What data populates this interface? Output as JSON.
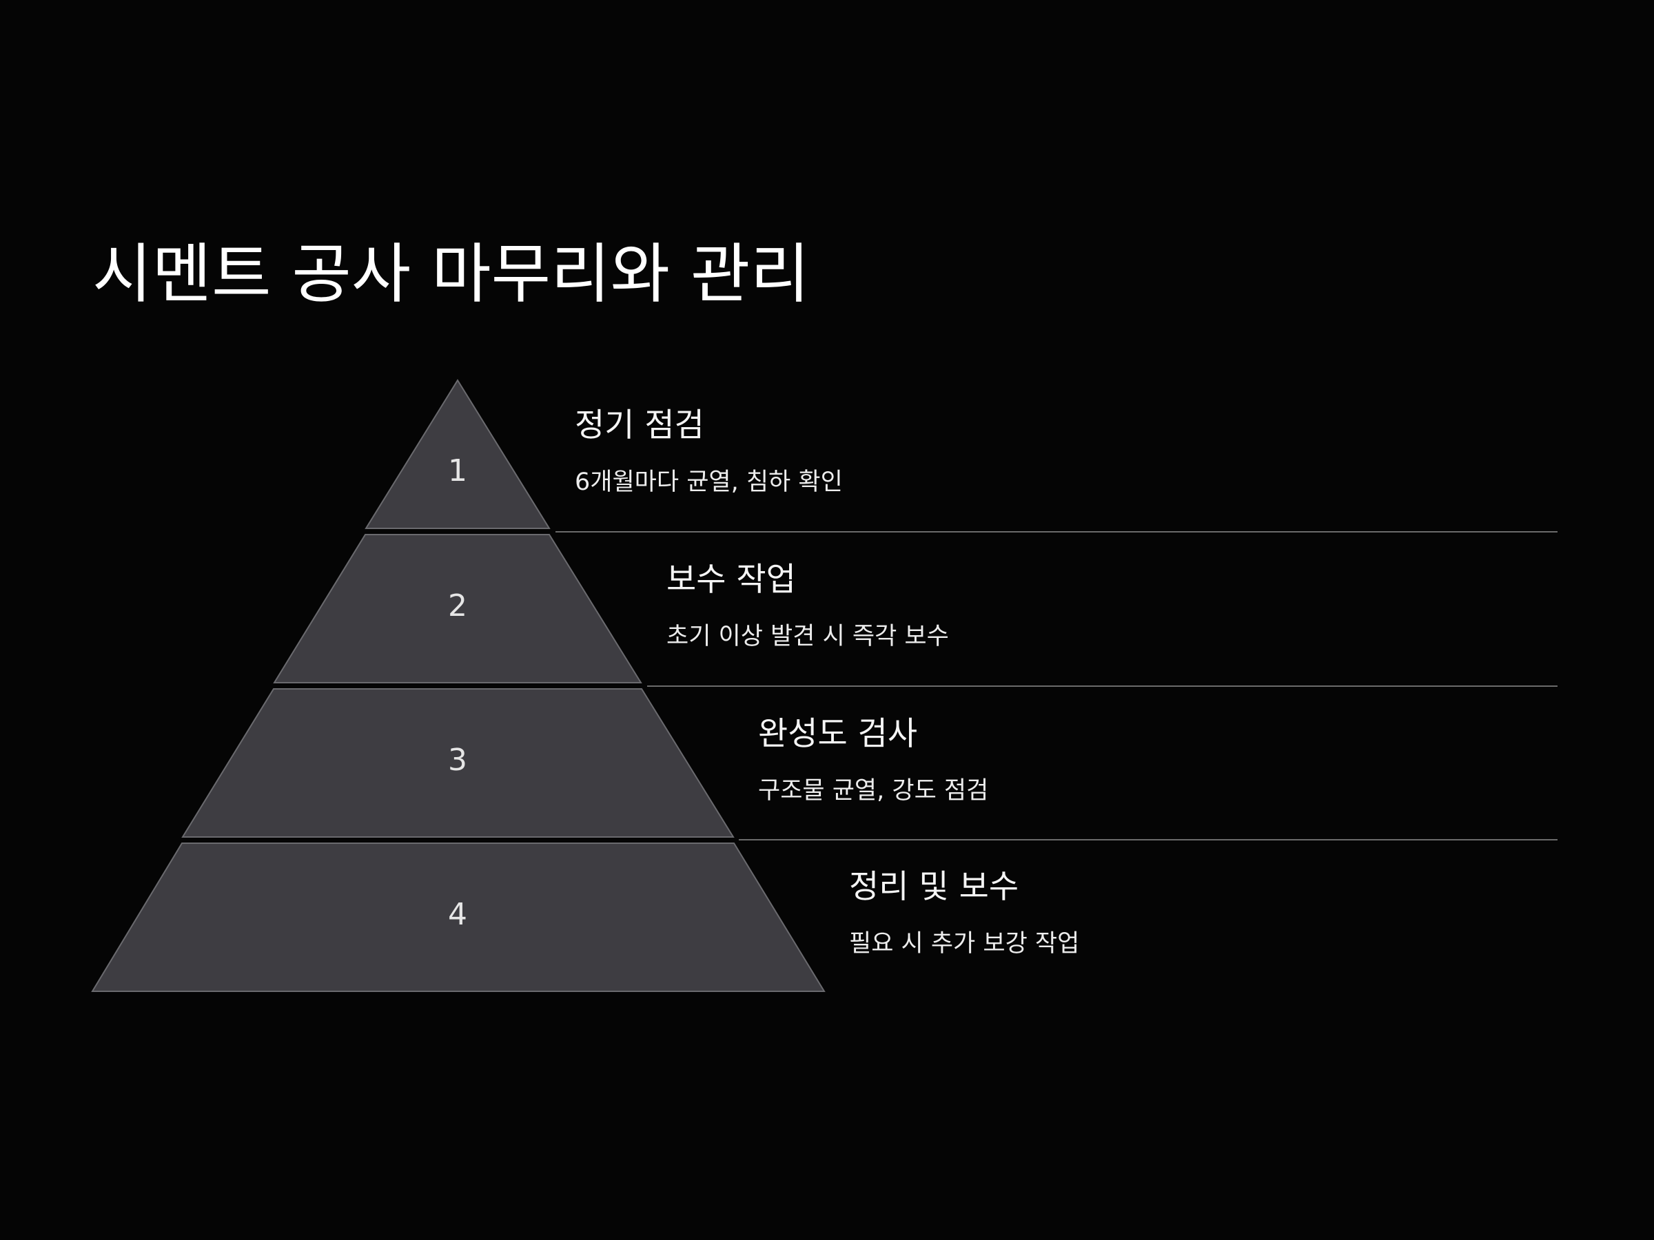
{
  "title": "시멘트 공사 마무리와 관리",
  "colors": {
    "background": "#050505",
    "tier_fill": "#3e3d42",
    "tier_stroke": "#6a6a6e",
    "divider": "#6b6b6b",
    "text": "#f2f2f2"
  },
  "tiers": [
    {
      "number": "1",
      "title": "정기 점검",
      "description": "6개월마다 균열, 침하 확인"
    },
    {
      "number": "2",
      "title": "보수 작업",
      "description": "초기 이상 발견 시 즉각 보수"
    },
    {
      "number": "3",
      "title": "완성도 검사",
      "description": "구조물 균열, 강도 점검"
    },
    {
      "number": "4",
      "title": "정리 및 보수",
      "description": "필요 시 추가 보강 작업"
    }
  ]
}
